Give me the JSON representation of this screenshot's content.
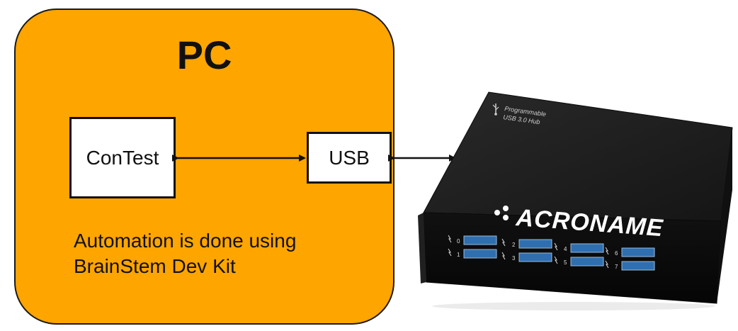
{
  "pc": {
    "title": "PC",
    "fill_color": "#FFA500"
  },
  "nodes": {
    "contest_label": "ConTest",
    "usb_label": "USB"
  },
  "note": {
    "line1": "Automation is done using",
    "line2": "BrainStem Dev Kit"
  },
  "hub": {
    "brand": "ACRONAME",
    "subtitle_line1": "Programmable",
    "subtitle_line2": "USB 3.0 Hub",
    "port_numbers": [
      "0",
      "1",
      "2",
      "3",
      "4",
      "5",
      "6",
      "7"
    ],
    "body_color": "#1b1b1b",
    "port_color": "#2f6fb0"
  },
  "connections": [
    {
      "from": "ConTest",
      "to": "USB",
      "style": "double-arrow"
    },
    {
      "from": "USB",
      "to": "Hub",
      "style": "double-arrow"
    }
  ]
}
